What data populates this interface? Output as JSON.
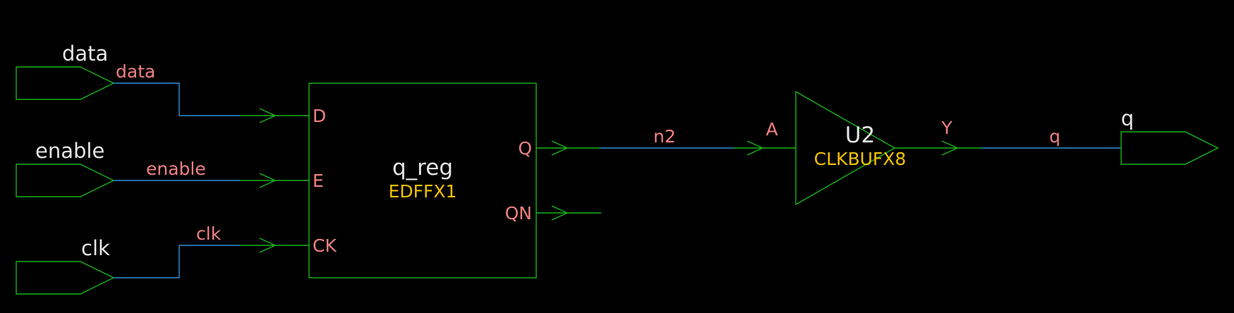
{
  "colors": {
    "background": "#000000",
    "shape": "#18b418",
    "wire": "#2f8fd8",
    "net_label": "#f08080",
    "port_name": "#e6e6e6",
    "cell_type": "#f2c200"
  },
  "ports": {
    "data": "data",
    "enable": "enable",
    "clk": "clk",
    "q": "q"
  },
  "nets": {
    "data": "data",
    "enable": "enable",
    "clk": "clk",
    "n2": "n2",
    "q": "q"
  },
  "flop": {
    "name": "q_reg",
    "type": "EDFFX1",
    "pins": {
      "d": "D",
      "e": "E",
      "ck": "CK",
      "q": "Q",
      "qn": "QN"
    }
  },
  "buffer": {
    "name": "U2",
    "type": "CLKBUFX8",
    "pins": {
      "a": "A",
      "y": "Y"
    }
  }
}
